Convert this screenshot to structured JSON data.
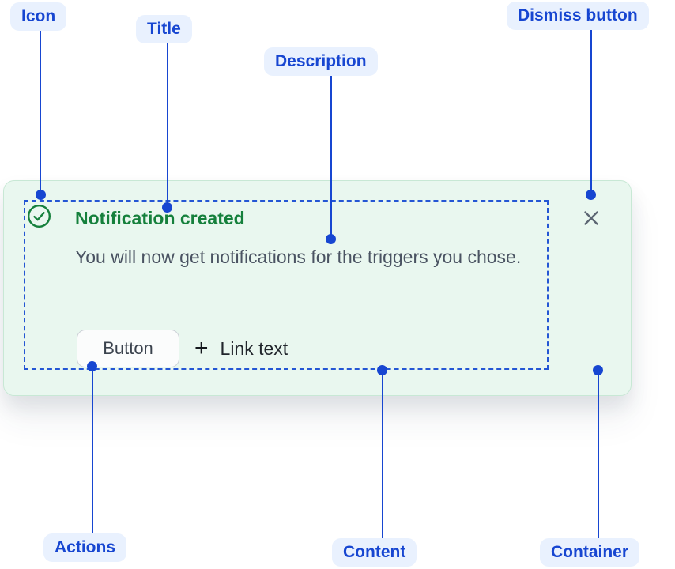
{
  "annotations": {
    "icon": "Icon",
    "title": "Title",
    "description": "Description",
    "dismiss": "Dismiss button",
    "actions": "Actions",
    "content": "Content",
    "container": "Container"
  },
  "notification": {
    "title": "Notification created",
    "description": "You will now get notifications for the triggers you chose.",
    "button_label": "Button",
    "link_icon": "+",
    "link_label": "Link text",
    "leading_icon": "check-circle-icon",
    "dismiss_icon": "close-icon"
  },
  "colors": {
    "annotation_blue": "#1746D1",
    "annotation_pill_bg": "#E9F1FE",
    "success_green": "#15803C",
    "card_bg": "#E9F7EF",
    "card_border": "#C8E8D5",
    "content_dashed_border": "#2456D4",
    "description_text": "#4A5362",
    "dismiss_gray": "#5B6572"
  }
}
